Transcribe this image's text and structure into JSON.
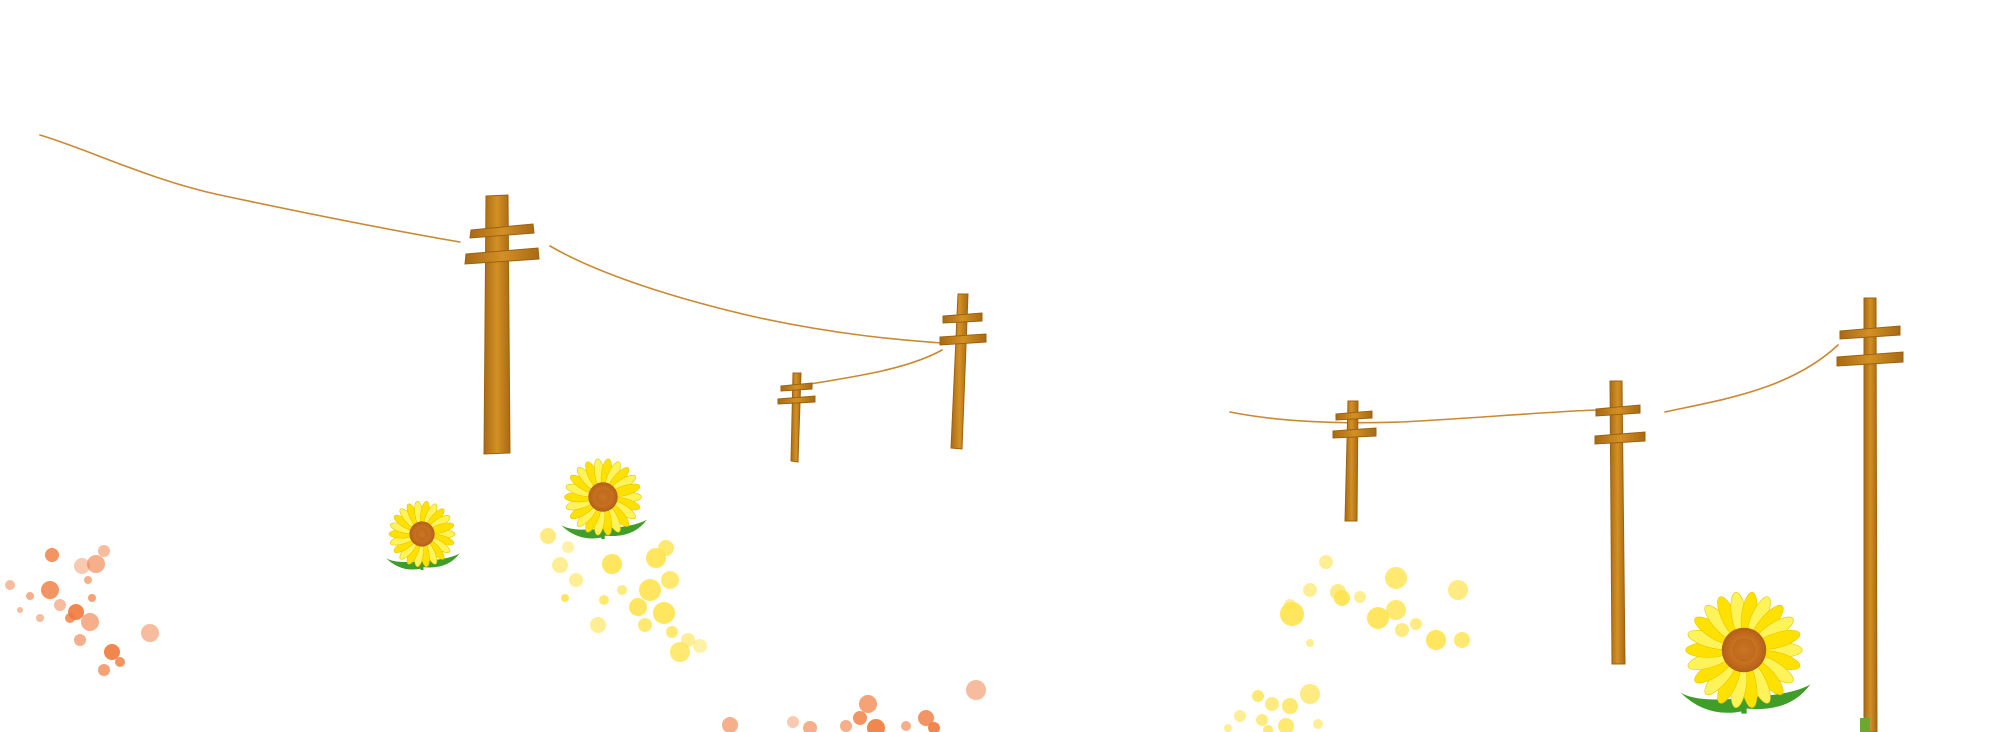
{
  "scene": {
    "background": "#ffffff",
    "palette": {
      "wood": "#c8861e",
      "wood_dark": "#9c6312",
      "wire": "#c98a33",
      "petal": "#ffe100",
      "petal_light": "#fff35a",
      "seed": "#d07a1c",
      "seed_dark": "#b4601a",
      "leaf": "#3f9d2a",
      "orange_dot": "#f07a3c",
      "yellow_dot": "#ffe34d"
    },
    "elements": [
      "utility-pole",
      "power-wire",
      "sunflower",
      "yellow-dots",
      "orange-dots"
    ]
  }
}
